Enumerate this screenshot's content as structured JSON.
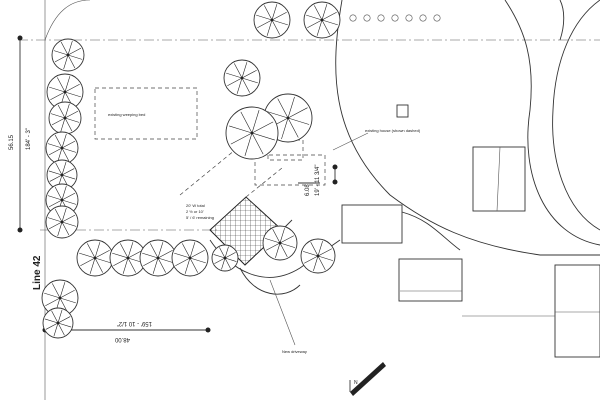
{
  "labels": {
    "line_name": "Line 42",
    "dim_vertical_metric": "56.15",
    "dim_vertical_imperial": "184' - 3\"",
    "dim_horizontal_metric": "48.00",
    "dim_horizontal_imperial": "159' - 10 1/2\"",
    "existing_bed": "existing weeping bed",
    "existing_house": "existing house (shown dashed)",
    "proposed_house_1": "20' W total",
    "proposed_house_2": "2 ½ or 10'",
    "proposed_house_3": "5' / 6' remaining",
    "offset_1": "6.08",
    "offset_2": "19' - 11 3/4\"",
    "new_driveway": "New driveway",
    "north": "N"
  },
  "colors": {
    "line": "#333333",
    "background": "#ffffff"
  },
  "icons": {
    "tree": "tree-canopy-icon",
    "north_arrow": "north-arrow-icon"
  }
}
